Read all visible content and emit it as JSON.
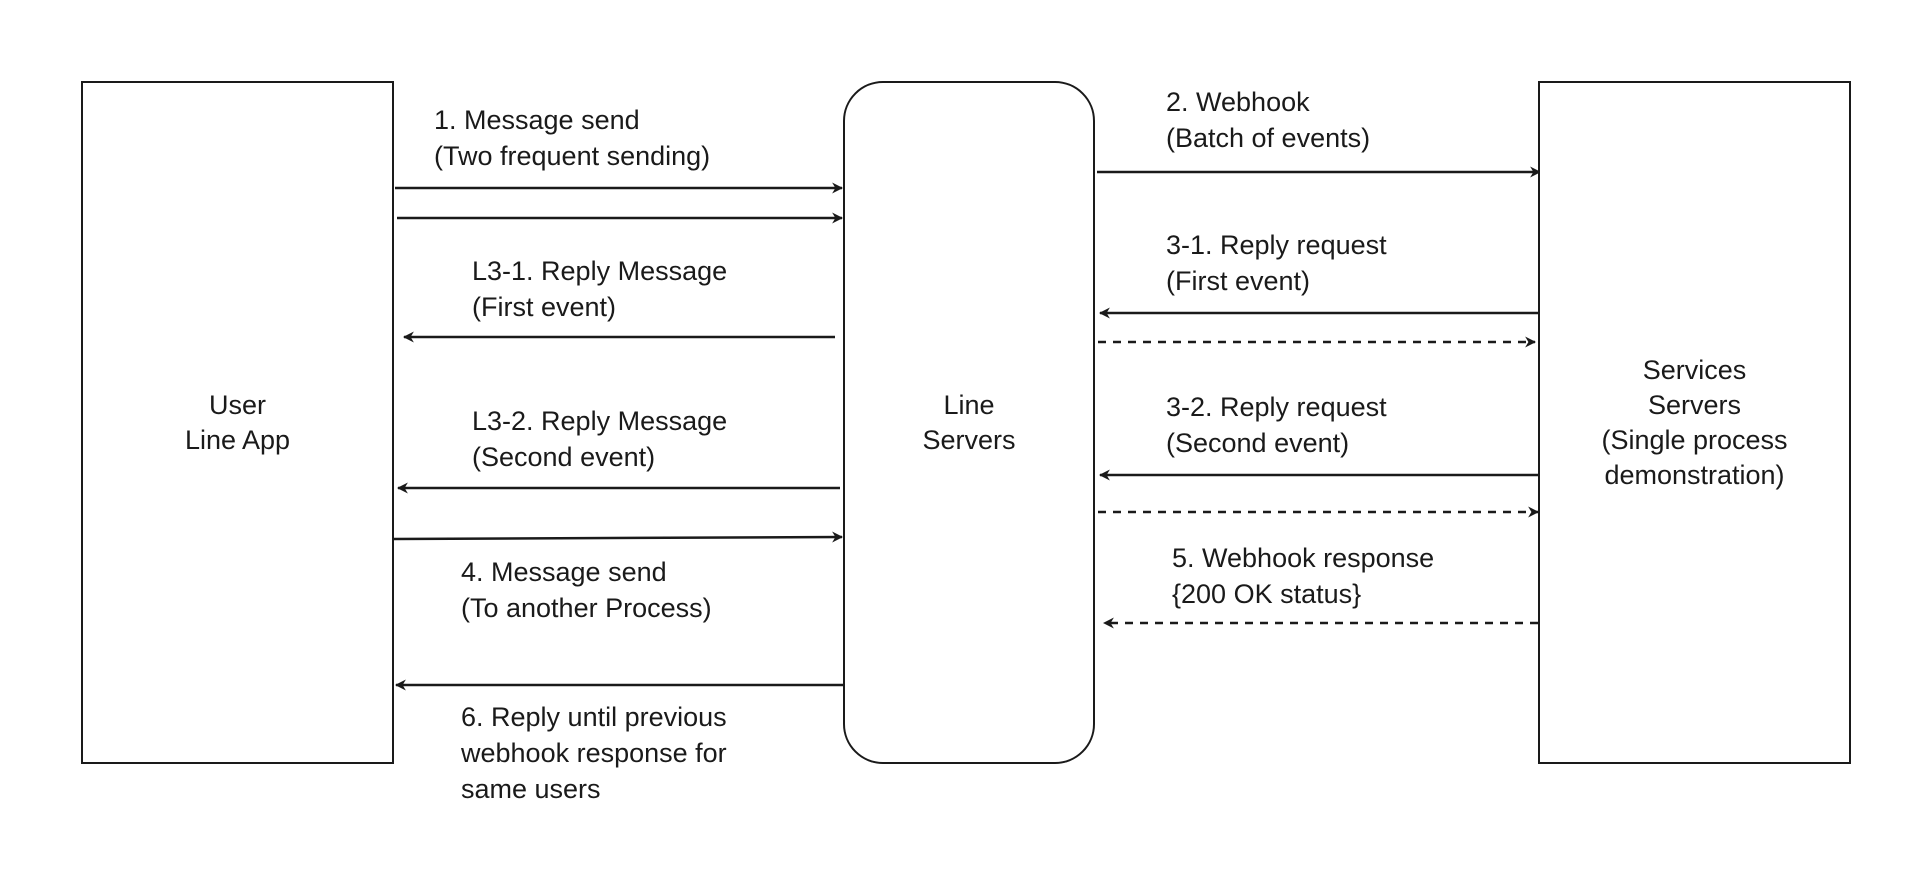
{
  "nodes": {
    "user_app": {
      "lines": [
        "User",
        "Line App"
      ]
    },
    "line_servers": {
      "lines": [
        "Line",
        "Servers"
      ]
    },
    "services": {
      "lines": [
        "Services",
        "Servers",
        "(Single process",
        "demonstration)"
      ]
    }
  },
  "edges": {
    "message_send": {
      "lines": [
        "1. Message send",
        "(Two frequent sending)"
      ]
    },
    "webhook": {
      "lines": [
        "2. Webhook",
        "(Batch of events)"
      ]
    },
    "reply_request_1": {
      "lines": [
        "3-1. Reply request",
        "(First event)"
      ]
    },
    "reply_message_1": {
      "lines": [
        "L3-1. Reply Message",
        "(First event)"
      ]
    },
    "reply_request_2": {
      "lines": [
        "3-2. Reply request",
        "(Second event)"
      ]
    },
    "reply_message_2": {
      "lines": [
        "L3-2. Reply Message",
        "(Second event)"
      ]
    },
    "message_send_another": {
      "lines": [
        "4. Message send",
        "(To another Process)"
      ]
    },
    "webhook_response": {
      "lines": [
        "5. Webhook response",
        "{200 OK status}"
      ]
    },
    "reply_until": {
      "lines": [
        "6. Reply until previous",
        "webhook response for",
        "same users"
      ]
    }
  }
}
